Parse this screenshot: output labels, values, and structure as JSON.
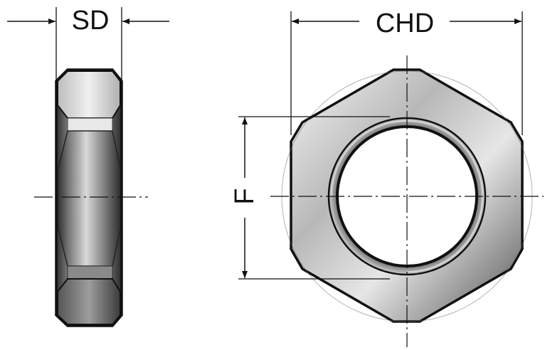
{
  "labels": {
    "side_thickness": "SD",
    "corner_diameter": "CHD",
    "across_flats": "F"
  },
  "colors": {
    "outline": "#111111",
    "metal_light": "#f2f2f2",
    "metal_mid": "#9a9a9a",
    "metal_dark": "#3a3a3a",
    "background": "#ffffff"
  }
}
